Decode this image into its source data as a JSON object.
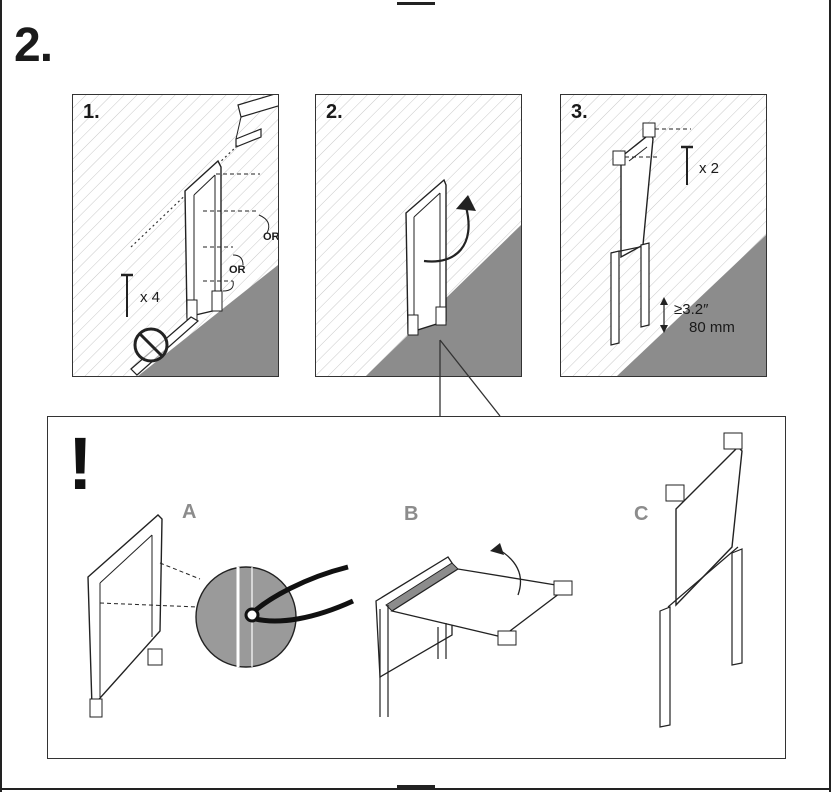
{
  "step_label": "2.",
  "panels": [
    {
      "label": "1.",
      "screw_qty": "x 4",
      "option_a": "OR",
      "option_b": "OR"
    },
    {
      "label": "2."
    },
    {
      "label": "3.",
      "screw_qty": "x 2",
      "gap_imperial": "≥3.2″",
      "gap_metric": "80 mm"
    }
  ],
  "detail": {
    "warning_symbol": "!",
    "figures": [
      {
        "label": "A"
      },
      {
        "label": "B"
      },
      {
        "label": "C"
      }
    ]
  }
}
